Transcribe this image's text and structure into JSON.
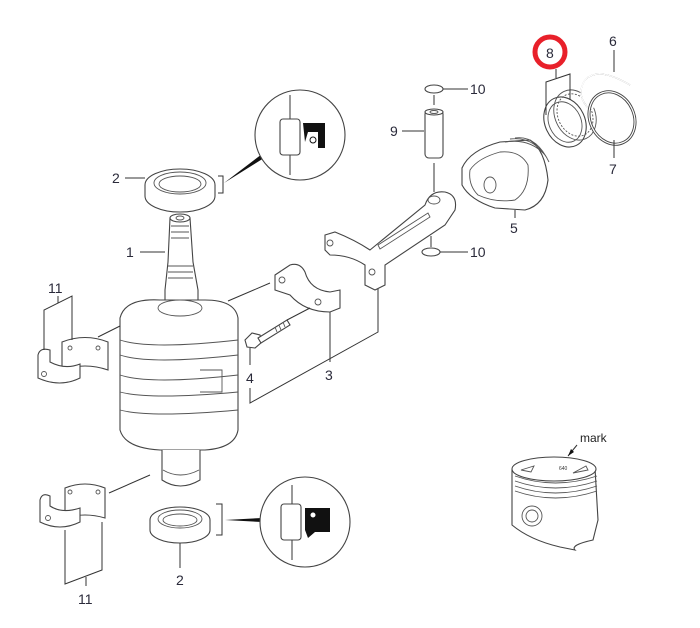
{
  "diagram": {
    "title": "Crankshaft and piston exploded view",
    "highlight_color": "#e8202a",
    "callouts": [
      {
        "id": "c1",
        "label": "1",
        "part": "crankshaft"
      },
      {
        "id": "c2a",
        "label": "2",
        "part": "oil-seal-upper"
      },
      {
        "id": "c2b",
        "label": "2",
        "part": "oil-seal-lower"
      },
      {
        "id": "c3",
        "label": "3",
        "part": "connecting-rod-cap"
      },
      {
        "id": "c4",
        "label": "4",
        "part": "connecting-rod-bolt"
      },
      {
        "id": "c5",
        "label": "5",
        "part": "piston"
      },
      {
        "id": "c6",
        "label": "6",
        "part": "top-ring"
      },
      {
        "id": "c7",
        "label": "7",
        "part": "second-ring"
      },
      {
        "id": "c8",
        "label": "8",
        "part": "oil-ring",
        "highlighted": true
      },
      {
        "id": "c9",
        "label": "9",
        "part": "piston-pin"
      },
      {
        "id": "c10a",
        "label": "10",
        "part": "circlip-upper"
      },
      {
        "id": "c10b",
        "label": "10",
        "part": "circlip-lower"
      },
      {
        "id": "c11a",
        "label": "11",
        "part": "bearing-upper"
      },
      {
        "id": "c11b",
        "label": "11",
        "part": "bearing-lower"
      }
    ],
    "piston_detail": {
      "mark_label": "mark"
    }
  }
}
